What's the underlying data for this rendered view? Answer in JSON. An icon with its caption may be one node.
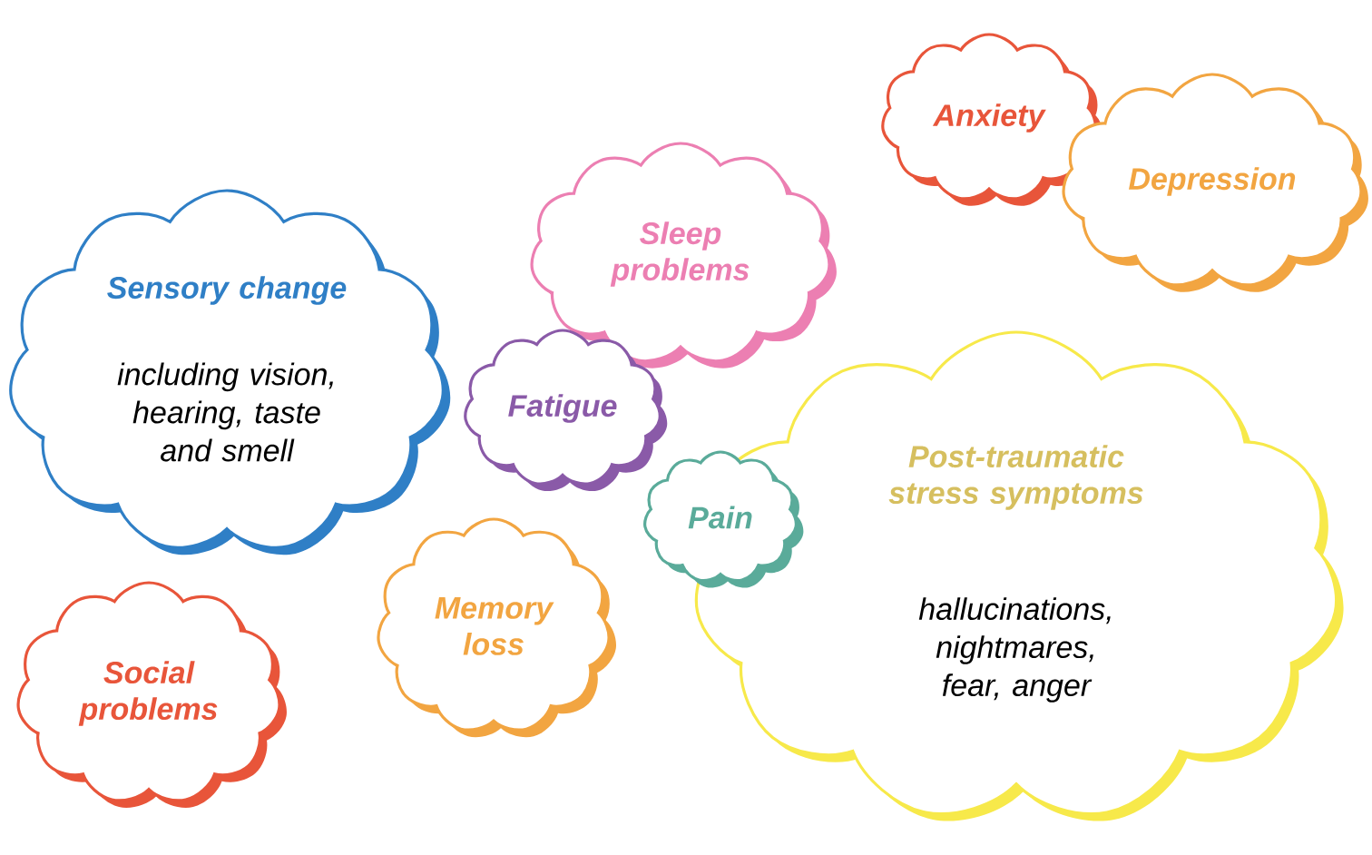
{
  "diagram": {
    "nodes": [
      {
        "text": [
          "Anxiety"
        ]
      },
      {
        "text": [
          "Depression"
        ]
      },
      {
        "text": [
          "Sleep problems"
        ]
      },
      {
        "text": [
          "Sensory change",
          "including vision, hearing, taste and smell"
        ]
      },
      {
        "text": [
          "Fatigue"
        ]
      },
      {
        "text": [
          "Post-traumatic stress symptoms",
          "hallucinations, nightmares, fear, anger"
        ]
      },
      {
        "text": [
          "Pain"
        ]
      },
      {
        "text": [
          "Memory loss"
        ]
      },
      {
        "text": [
          "Social problems"
        ]
      }
    ]
  }
}
